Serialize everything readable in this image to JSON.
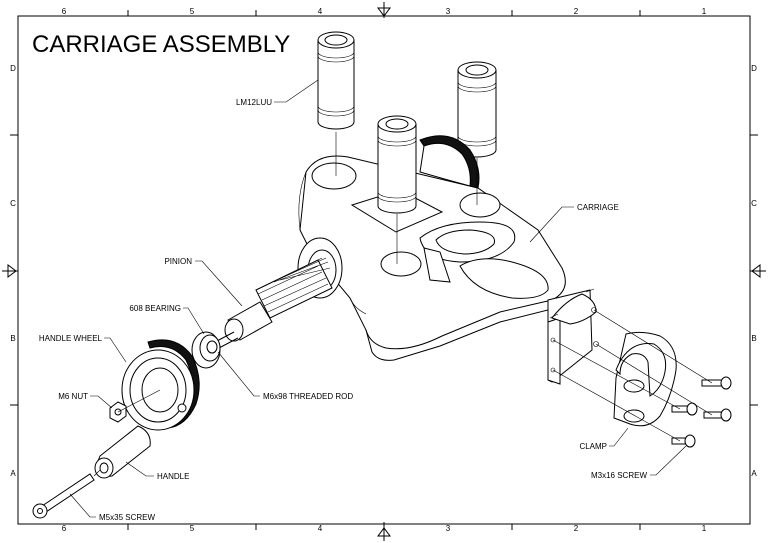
{
  "title": "CARRIAGE ASSEMBLY",
  "zones": {
    "columns": [
      "6",
      "5",
      "4",
      "3",
      "2",
      "1"
    ],
    "rows": [
      "D",
      "C",
      "B",
      "A"
    ]
  },
  "callouts": {
    "lm12luu": "LM12LUU",
    "carriage": "CARRIAGE",
    "pinion": "PINION",
    "bearing": "608 BEARING",
    "handle_wheel": "HANDLE WHEEL",
    "m6_nut": "M6 NUT",
    "threaded_rod": "M6x98 THREADED ROD",
    "handle": "HANDLE",
    "m5_screw": "M5x35 SCREW",
    "clamp": "CLAMP",
    "m3_screw": "M3x16 SCREW"
  }
}
